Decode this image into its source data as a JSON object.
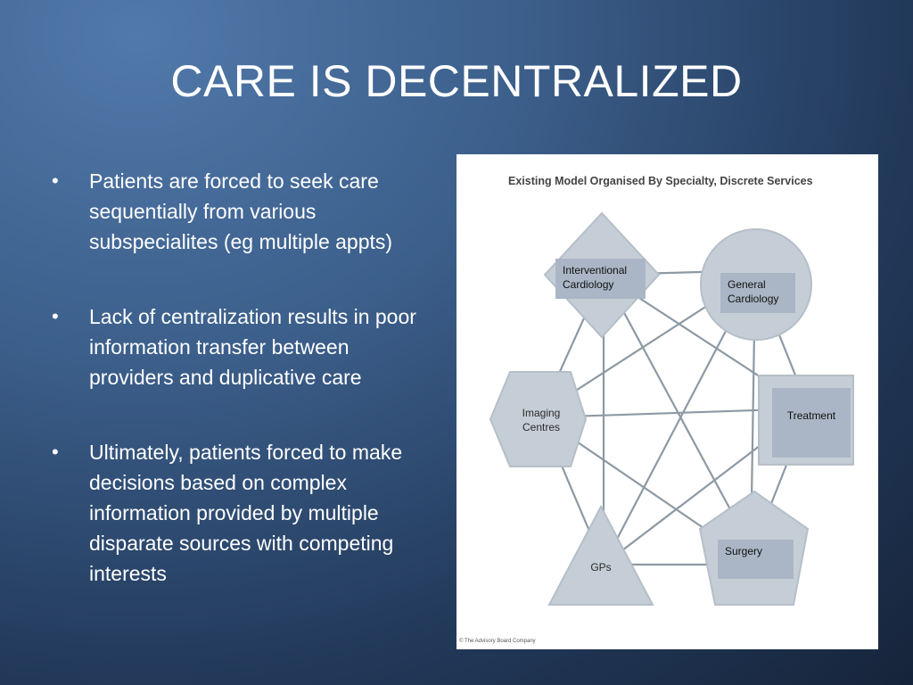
{
  "slide": {
    "title": "CARE IS DECENTRALIZED",
    "bullet_symbol": "•",
    "bullets": [
      "Patients are forced to seek care sequentially from various subspecialites (eg multiple appts)",
      "Lack of centralization results in poor information transfer between providers and duplicative care",
      "Ultimately, patients forced to make decisions based on complex information provided by multiple disparate sources with competing interests"
    ]
  },
  "figure": {
    "title": "Existing Model Organised By Specialty, Discrete Services",
    "credit": "© The Advisory Board Company",
    "nodes": {
      "imaging": "Imaging Centres",
      "gps": "GPs"
    },
    "overlays": {
      "interventional": "Interventional Cardiology",
      "general": "General Cardiology",
      "treatment": "Treatment",
      "surgery": "Surgery"
    },
    "colors": {
      "shape_fill": "#c5ced6",
      "shape_stroke": "#b5bfc8",
      "line": "#8d99a4",
      "overlay_fill": "#aab6c5"
    }
  }
}
